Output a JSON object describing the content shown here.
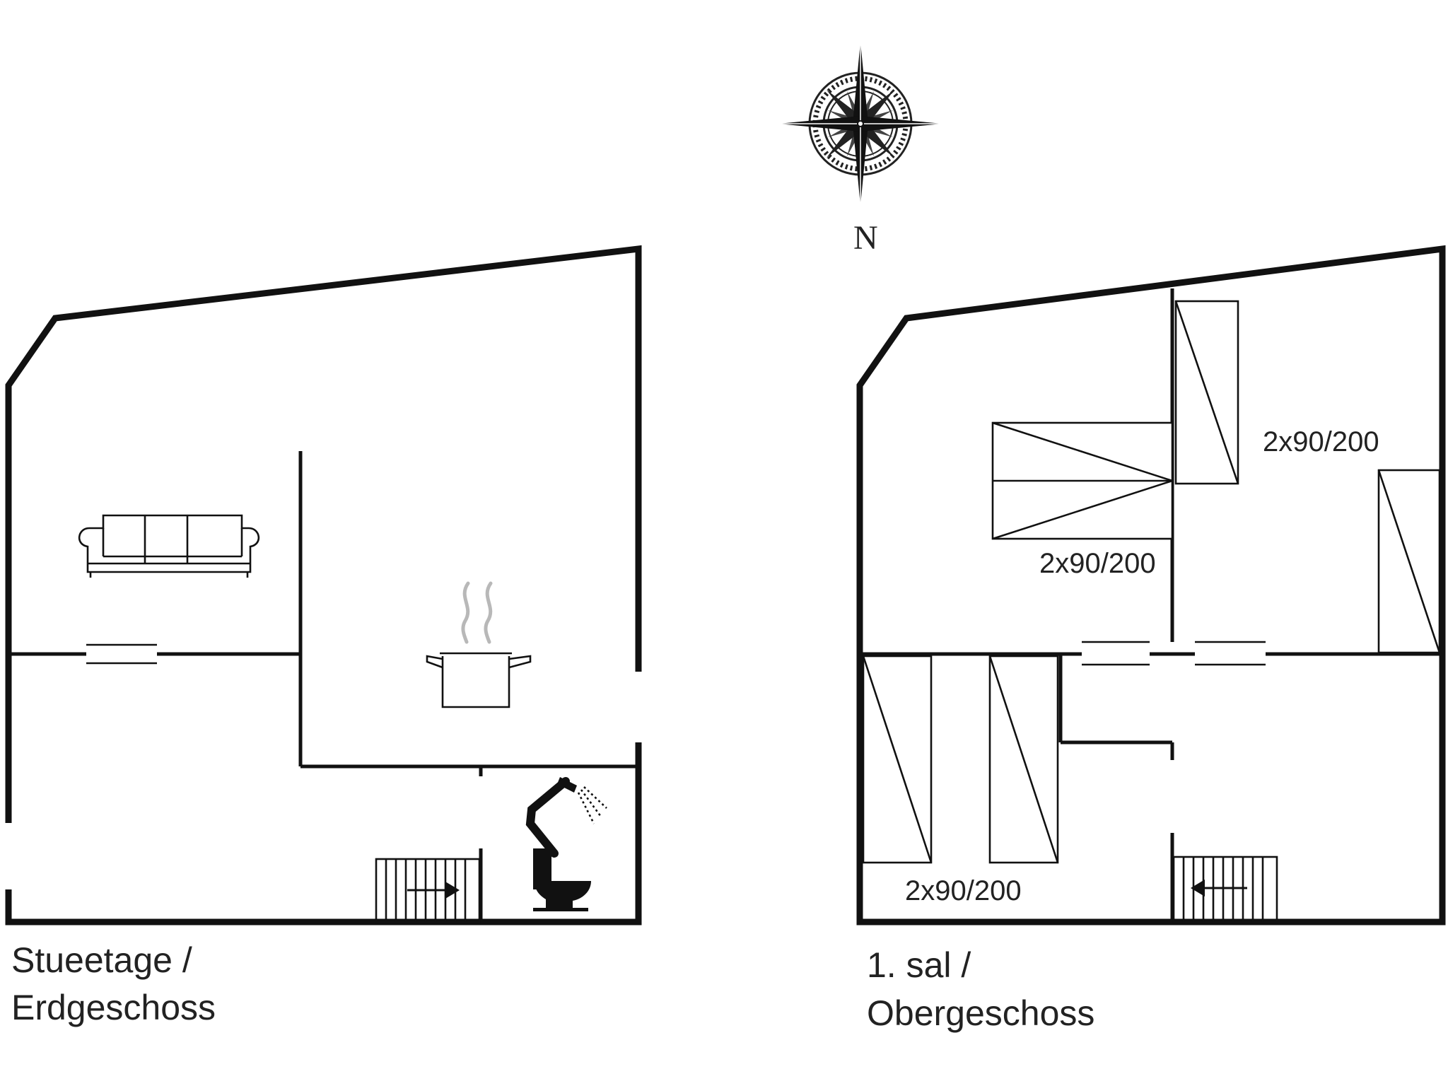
{
  "compass": {
    "label": "N",
    "icon": "compass-rose-icon"
  },
  "floors": [
    {
      "id": "ground",
      "label_line1": "Stueetage /",
      "label_line2": "Erdgeschoss",
      "icons": [
        "sofa-icon",
        "cooking-pot-icon",
        "shower-icon",
        "toilet-icon",
        "staircase-icon"
      ]
    },
    {
      "id": "first",
      "label_line1": "1. sal /",
      "label_line2": "Obergeschoss",
      "icons": [
        "bed-icon",
        "staircase-icon"
      ],
      "bed_labels": [
        "2x90/200",
        "2x90/200",
        "2x90/200"
      ]
    }
  ],
  "colors": {
    "wall": "#111111",
    "background": "#ffffff",
    "steam": "#b8b8b8"
  }
}
